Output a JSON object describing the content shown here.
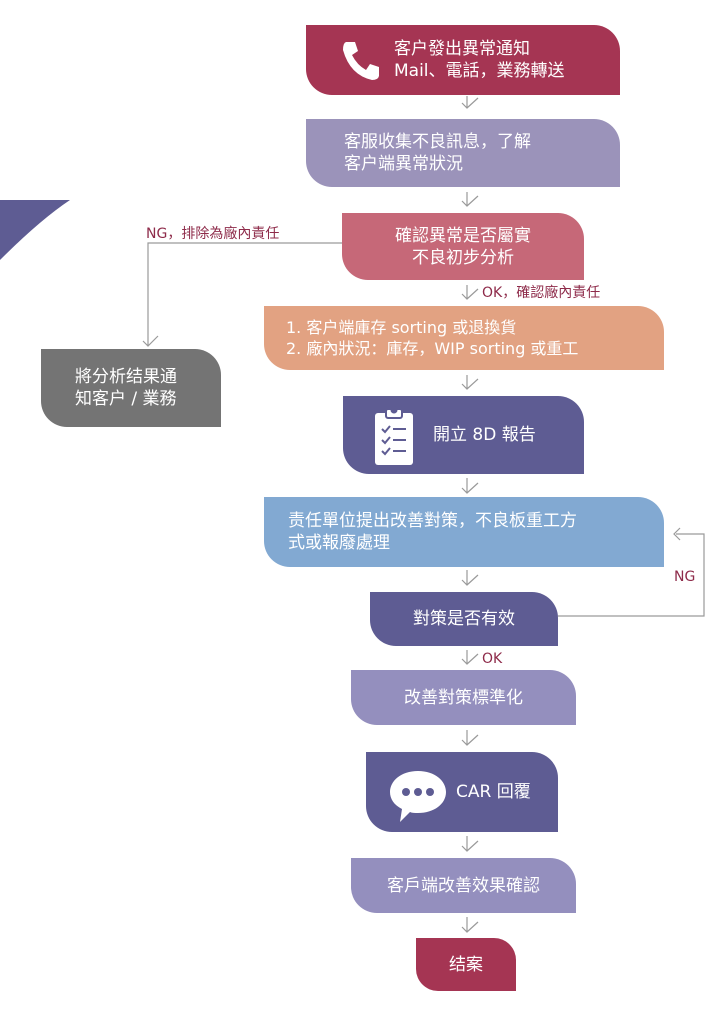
{
  "colors": {
    "crimson": "#a53553",
    "lavender": "#9b93ba",
    "rose": "#c66878",
    "peach": "#e2a282",
    "gray": "#747474",
    "indigo": "#5e5c93",
    "skyblue": "#82a9d2",
    "purple_light": "#948fbe",
    "navy_wedge": "#5e5c93",
    "label": "#8e2b4a",
    "line": "#9a9a9a"
  },
  "icons": {
    "step1": "phone-icon",
    "step6": "clipboard-checklist-icon",
    "step10": "speech-bubble-icon"
  },
  "nodes": {
    "n1": {
      "line1": "客户發出異常通知",
      "line2": "Mail、電話，業務轉送"
    },
    "n2": {
      "line1": "客服收集不良訊息，了解",
      "line2": "客户端異常狀況"
    },
    "n3": {
      "line1": "確認異常是否屬實",
      "line2": "不良初步分析"
    },
    "n4": {
      "line1": "1. 客户端庫存 sorting 或退換貨",
      "line2": "2. 廠內狀況：庫存，WIP sorting 或重工"
    },
    "n5": {
      "line1": "將分析结果通",
      "line2": "知客户 / 業務"
    },
    "n6": {
      "text": "開立 8D 報告"
    },
    "n7": {
      "line1": "责任單位提出改善對策，不良板重工方",
      "line2": "式或報廢處理"
    },
    "n8": {
      "text": "對策是否有效"
    },
    "n9": {
      "text": "改善對策標準化"
    },
    "n10": {
      "text": "CAR 回覆"
    },
    "n11": {
      "text": "客戶端改善效果確認"
    },
    "n12": {
      "text": "结案"
    }
  },
  "labels": {
    "ng_exclude": "NG，排除為廠內責任",
    "ok_confirm": "OK，確認廠內責任",
    "ng_loop": "NG",
    "ok": "OK"
  }
}
